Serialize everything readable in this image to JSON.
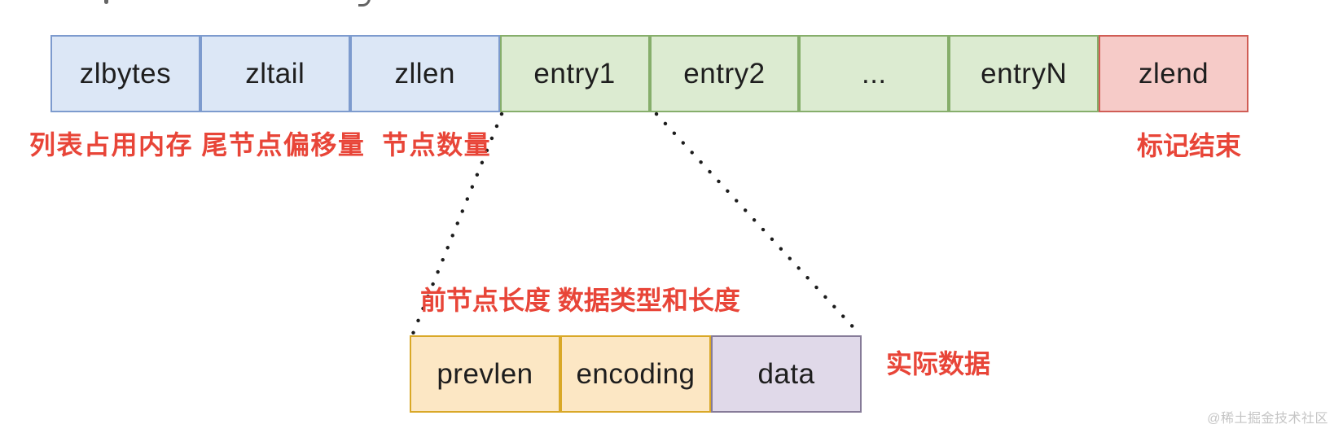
{
  "ziplist_row": {
    "cells": [
      {
        "label": "zlbytes",
        "type": "header"
      },
      {
        "label": "zltail",
        "type": "header"
      },
      {
        "label": "zllen",
        "type": "header"
      },
      {
        "label": "entry1",
        "type": "entry"
      },
      {
        "label": "entry2",
        "type": "entry"
      },
      {
        "label": "...",
        "type": "entry"
      },
      {
        "label": "entryN",
        "type": "entry"
      },
      {
        "label": "zlend",
        "type": "end"
      }
    ]
  },
  "entry_row": {
    "cells": [
      {
        "label": "prevlen",
        "type": "field"
      },
      {
        "label": "encoding",
        "type": "field"
      },
      {
        "label": "data",
        "type": "data"
      }
    ]
  },
  "annotations": {
    "header_note": "列表占用内存 尾节点偏移量  节点数量",
    "zlend_note": "标记结束",
    "entry_note": "前节点长度 数据类型和长度",
    "data_note": "实际数据"
  },
  "watermark": "@稀土掘金技术社区",
  "colors": {
    "header_fill": "#dce7f6",
    "header_border": "#7d9bce",
    "entry_fill": "#dcebd1",
    "entry_border": "#86ae6b",
    "end_fill": "#f6cbc8",
    "end_border": "#d05d55",
    "field_fill": "#fce7c4",
    "field_border": "#d9a827",
    "data_fill": "#e0d9e9",
    "data_border": "#867b98",
    "annotation_red": "#e84538",
    "connector": "#1c1c1c",
    "label_text": "#1e1e1e",
    "watermark_gray": "#c5c5c5"
  }
}
